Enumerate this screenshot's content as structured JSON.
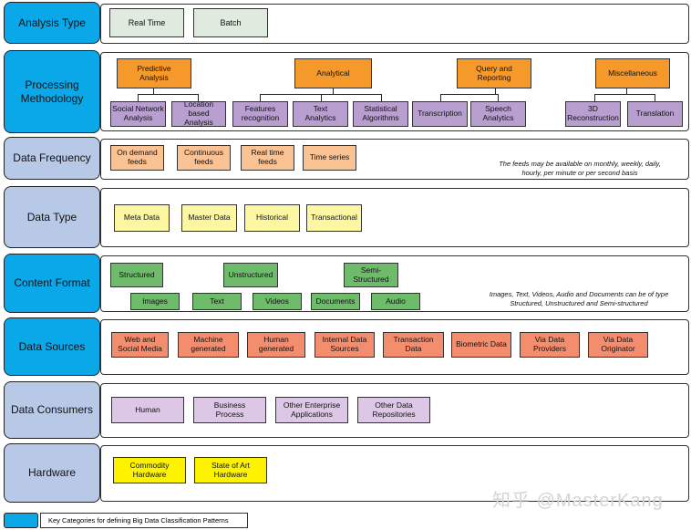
{
  "categories": {
    "analysis_type": "Analysis Type",
    "processing_methodology": "Processing\nMethodology",
    "data_frequency": "Data Frequency",
    "data_type": "Data Type",
    "content_format": "Content Format",
    "data_sources": "Data Sources",
    "data_consumers": "Data Consumers",
    "hardware": "Hardware"
  },
  "analysis_type": {
    "real_time": "Real Time",
    "batch": "Batch"
  },
  "processing": {
    "predictive": "Predictive\nAnalysis",
    "analytical": "Analytical",
    "query": "Query and\nReporting",
    "misc": "Miscellaneous",
    "social_network": "Social Network\nAnalysis",
    "location": "Location\nbased\nAnalysis",
    "features": "Features\nrecognition",
    "text_analytics": "Text\nAnalytics",
    "statistical": "Statistical\nAlgorithms",
    "transcription": "Transcription",
    "speech": "Speech\nAnalytics",
    "reconstruction": "3D\nReconstruction",
    "translation": "Translation"
  },
  "frequency": {
    "on_demand": "On demand\nfeeds",
    "continuous": "Continuous\nfeeds",
    "real_time": "Real time\nfeeds",
    "time_series": "Time series",
    "note": "The feeds may be available on monthly, weekly, daily,\nhourly, per minute or per second basis"
  },
  "data_type": {
    "meta": "Meta Data",
    "master": "Master Data",
    "historical": "Historical",
    "transactional": "Transactional"
  },
  "content": {
    "structured": "Structured",
    "unstructured": "Unstructured",
    "semi": "Semi-\nStructured",
    "images": "Images",
    "text": "Text",
    "videos": "Videos",
    "documents": "Documents",
    "audio": "Audio",
    "note": "Images, Text, Videos, Audio and Documents can be of type\nStructured, Unstructured and Semi-structured"
  },
  "sources": {
    "web": "Web and\nSocial Media",
    "machine": "Machine\ngenerated",
    "human": "Human\ngenerated",
    "internal": "Internal Data\nSources",
    "transaction": "Transaction\nData",
    "biometric": "Biometric Data",
    "providers": "Via Data\nProviders",
    "originator": "Via Data\nOriginator"
  },
  "consumers": {
    "human": "Human",
    "business": "Business\nProcess",
    "enterprise": "Other Enterprise\nApplications",
    "repositories": "Other Data\nRepositories"
  },
  "hardware": {
    "commodity": "Commodity\nHardware",
    "state_of_art": "State of Art\nHardware"
  },
  "legend": {
    "text": "Key Categories for defining Big Data Classification Patterns"
  },
  "watermark": "知乎 @MasterKang",
  "colors": {
    "category_primary": "#0aa8e8",
    "category_secondary": "#b7c9e6",
    "analytics_parent": "#f59a2a",
    "analytics_child": "#b89fd0",
    "frequency": "#fbc394",
    "data_type": "#fdf7a3",
    "content": "#6dbb6b",
    "sources": "#f48d6d",
    "consumers": "#dcc8e6",
    "hardware": "#fdf300"
  }
}
